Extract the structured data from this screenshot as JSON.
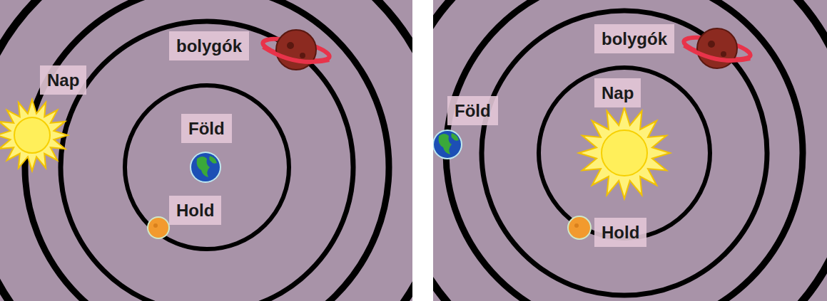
{
  "diagram": {
    "nodes": [
      {
        "text": [
          "Nap"
        ]
      },
      {
        "text": [
          "bolygók"
        ]
      },
      {
        "text": [
          "Föld"
        ]
      },
      {
        "text": [
          "Hold"
        ]
      },
      {
        "text": [
          "bolygók"
        ]
      },
      {
        "text": [
          "Nap"
        ]
      },
      {
        "text": [
          "Föld"
        ]
      },
      {
        "text": [
          "Hold"
        ]
      }
    ]
  }
}
